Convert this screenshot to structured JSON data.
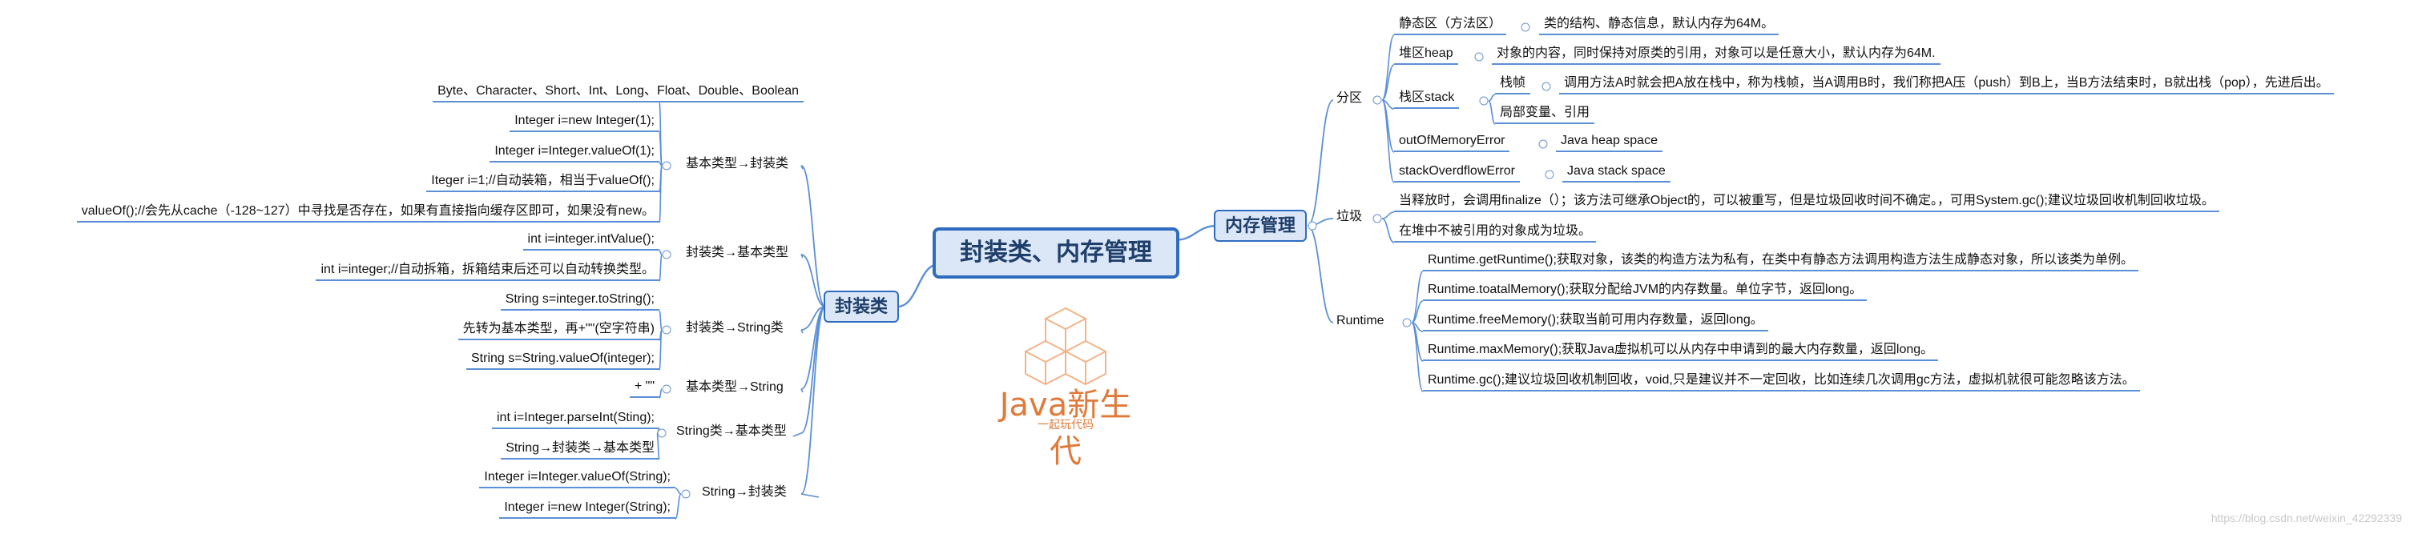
{
  "colors": {
    "line": "#5b8fd6",
    "node_fill": "#dbe7f7",
    "node_border": "#2f6cc0",
    "logo": "#e07a3a"
  },
  "central": "封装类、内存管理",
  "left_branch": {
    "title": "封装类",
    "groups": [
      {
        "label": "基本类型→封装类",
        "leaves": [
          "Byte、Character、Short、Int、Long、Float、Double、Boolean",
          "Integer i=new Integer(1);",
          "Integer i=Integer.valueOf(1);",
          "Iteger i=1;//自动装箱，相当于valueOf();",
          "valueOf();//会先从cache（-128~127）中寻找是否存在，如果有直接指向缓存区即可，如果没有new。"
        ]
      },
      {
        "label": "封装类→基本类型",
        "leaves": [
          "int i=integer.intValue();",
          "int i=integer;//自动拆箱，拆箱结束后还可以自动转换类型。"
        ]
      },
      {
        "label": "封装类→String类",
        "leaves": [
          "String s=integer.toString();",
          "先转为基本类型，再+\"\"(空字符串)",
          "String s=String.valueOf(integer);"
        ]
      },
      {
        "label": "基本类型→String",
        "leaves": [
          "+ \"\""
        ]
      },
      {
        "label": "String类→基本类型",
        "leaves": [
          "int i=Integer.parseInt(Sting);",
          "String→封装类→基本类型"
        ]
      },
      {
        "label": "String→封装类",
        "leaves": [
          "Integer i=Integer.valueOf(String);",
          "Integer i=new Integer(String);"
        ]
      }
    ]
  },
  "right_branch": {
    "title": "内存管理",
    "partition": {
      "label": "分区",
      "static_area": {
        "label": "静态区（方法区）",
        "desc": "类的结构、静态信息，默认内存为64M。"
      },
      "heap": {
        "label": "堆区heap",
        "desc": "对象的内容，同时保持对原类的引用，对象可以是任意大小，默认内存为64M."
      },
      "stack": {
        "label": "栈区stack",
        "frame_label": "栈帧",
        "frame_desc": "调用方法A时就会把A放在栈中，称为栈帧，当A调用B时，我们称把A压（push）到B上，当B方法结束时，B就出栈（pop），先进后出。",
        "locals": "局部变量、引用"
      },
      "oom": {
        "label": "outOfMemoryError",
        "desc": "Java heap space"
      },
      "soe": {
        "label": "stackOverdflowError",
        "desc": "Java stack space"
      }
    },
    "gc": {
      "label": "垃圾",
      "leaves": [
        "当释放时，会调用finalize（）；该方法可继承Object的，可以被重写，但是垃圾回收时间不确定。，可用System.gc();建议垃圾回收机制回收垃圾。",
        "在堆中不被引用的对象成为垃圾。"
      ]
    },
    "runtime": {
      "label": "Runtime",
      "leaves": [
        "Runtime.getRuntime();获取对象，该类的构造方法为私有，在类中有静态方法调用构造方法生成静态对象，所以该类为单例。",
        "Runtime.toatalMemory();获取分配给JVM的内存数量。单位字节，返回long。",
        "Runtime.freeMemory();获取当前可用内存数量，返回long。",
        "Runtime.maxMemory();获取Java虚拟机可以从内存中申请到的最大内存数量，返回long。",
        "Runtime.gc();建议垃圾回收机制回收，void,只是建议并不一定回收，比如连续几次调用gc方法，虚拟机就很可能忽略该方法。"
      ]
    }
  },
  "logo": {
    "text": "Java新生代",
    "sub": "一起玩代码"
  },
  "watermark": "https://blog.csdn.net/weixin_42292339"
}
